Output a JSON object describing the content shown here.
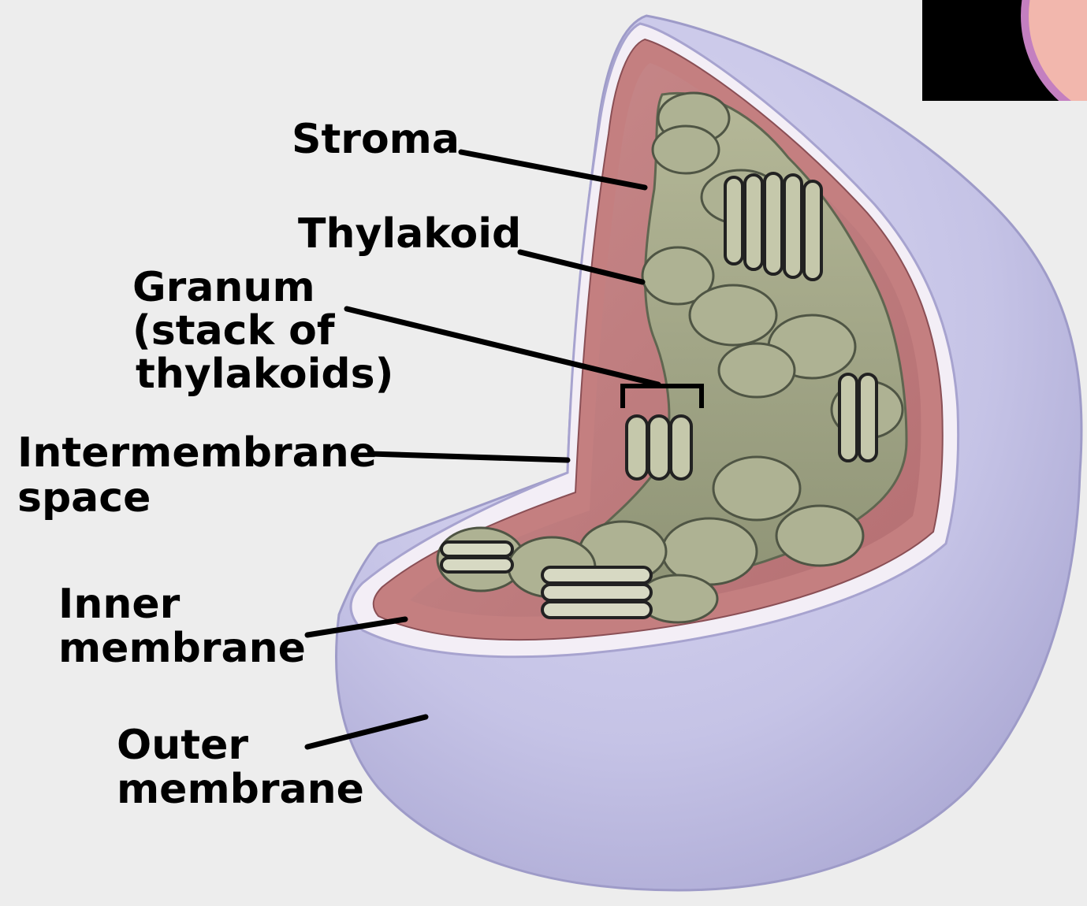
{
  "labels": {
    "stroma": "Stroma",
    "thylakoid": "Thylakoid",
    "granum_line1": "Granum",
    "granum_line2": "(stack of",
    "granum_line3": "thylakoids)",
    "intermembrane_line1": "Intermembrane",
    "intermembrane_line2": "space",
    "inner_line1": "Inner",
    "inner_line2": "membrane",
    "outer_line1": "Outer",
    "outer_line2": "membrane"
  },
  "colors": {
    "background": "#ededed",
    "outer_membrane": "#c9c8ea",
    "outer_membrane_shadow": "#a9a7d3",
    "inner_membrane_rim": "#f1ecf4",
    "stroma": "#c47f80",
    "thylakoid": "#a5a98a",
    "thylakoid_edge": "#5f6650",
    "leader_line": "#000000",
    "inset_background": "#000000",
    "inset_cell": "#f2b7ad"
  }
}
